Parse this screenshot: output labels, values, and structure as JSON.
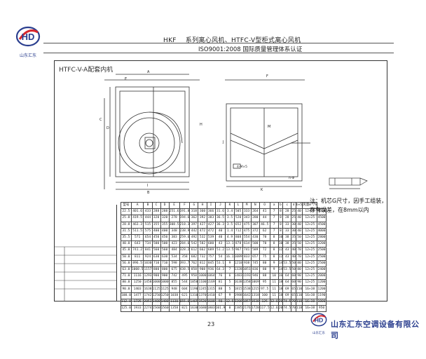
{
  "header": {
    "logo_text": "山东汇东",
    "brand": "HKF",
    "series_title": "系列离心风机、HTFC-V型柜式离心风机",
    "iso_text": "ISO9001:2008 国际质量管理体系认证"
  },
  "drawing": {
    "model_label": "HTFC-V-A配套内机",
    "dim_A": "A",
    "dim_B": "B",
    "dim_C": "C",
    "dim_D": "D",
    "dim_E": "E",
    "dim_F": "F",
    "dim_H": "H",
    "dim_I": "I",
    "dim_J": "J",
    "dim_K": "K",
    "dim_M": "M",
    "bolt_label": "4-M×5",
    "hole_label": "n-Φ"
  },
  "spec_table": {
    "headers": [
      "型号",
      "A",
      "B",
      "C",
      "D",
      "E",
      "F",
      "G",
      "H",
      "I",
      "J",
      "K",
      "L",
      "M",
      "N",
      "O",
      "a",
      "b",
      "c",
      "d",
      "b×5",
      "风量m³/h"
    ],
    "rows": [
      [
        "22.5",
        "401.6",
        "433",
        "288",
        "288",
        "251.6",
        "191.8",
        "318",
        "360",
        "366",
        "31.6",
        "3.4",
        "505",
        "333",
        "264",
        "41",
        "7",
        "8",
        "28",
        "25",
        "40",
        "12×25",
        "4500"
      ],
      [
        "25.8",
        "419.5",
        "444",
        "320",
        "320",
        "278",
        "194.6",
        "362",
        "392",
        "383",
        "36.5",
        "3.5",
        "520",
        "343",
        "280",
        "44",
        "7",
        "8",
        "28",
        "25",
        "40",
        "12×25",
        "4500"
      ],
      [
        "28.8",
        "463.3",
        "515",
        "355",
        "355",
        "308.5",
        "218.3",
        "397",
        "427",
        "427",
        "36.3",
        "3.5",
        "652",
        "475",
        "307",
        "46.5",
        "7",
        "8",
        "33",
        "30",
        "40",
        "12×25",
        "4500"
      ],
      [
        "31.5",
        "511.5",
        "575",
        "400",
        "400",
        "348",
        "238.9",
        "442",
        "472",
        "472",
        "40",
        "1.4",
        "712",
        "475",
        "372",
        "62",
        "7",
        "8",
        "33",
        "30",
        "40",
        "12×25",
        "4000"
      ],
      [
        "35.5",
        "571",
        "654",
        "450",
        "450",
        "383",
        "259.6",
        "492",
        "532",
        "539",
        "40",
        "4.9",
        "808",
        "554",
        "430",
        "70",
        "8",
        "10",
        "38",
        "35",
        "50",
        "12×25",
        "2800"
      ],
      [
        "40.0",
        "643",
        "734",
        "500",
        "500",
        "423",
        "284.6",
        "542",
        "582",
        "600",
        "43",
        "13.1",
        "878",
        "614",
        "500",
        "70",
        "8",
        "10",
        "38",
        "35",
        "50",
        "12×25",
        "3200"
      ],
      [
        "45.0",
        "741.2",
        "841",
        "560",
        "560",
        "484",
        "328.2",
        "612",
        "662",
        "689",
        "51.2",
        "13.5",
        "967",
        "741",
        "589",
        "72",
        "8",
        "12",
        "43",
        "40",
        "70",
        "12×25",
        "2500"
      ],
      [
        "50.0",
        "811",
        "924",
        "630",
        "630",
        "534",
        "358",
        "682",
        "732",
        "757",
        "54",
        "16.1",
        "1089",
        "833",
        "657",
        "75",
        "8",
        "12",
        "43",
        "40",
        "70",
        "12×25",
        "2500"
      ],
      [
        "56.0",
        "896.5",
        "1030",
        "710",
        "710",
        "598",
        "393.7",
        "762",
        "812",
        "845",
        "53.1",
        "9",
        "1210",
        "938",
        "745",
        "80",
        "9",
        "14",
        "53.5",
        "50",
        "80",
        "12×25",
        "2500"
      ],
      [
        "63.0",
        "1008.5",
        "1157",
        "800",
        "800",
        "675",
        "438.5",
        "858",
        "908",
        "936",
        "64.3",
        "7",
        "1328",
        "1051",
        "836",
        "80",
        "9",
        "14",
        "53.5",
        "50",
        "80",
        "12×25",
        "2400"
      ],
      [
        "71.0",
        "1116",
        "1293",
        "900",
        "900",
        "742",
        "495",
        "958",
        "1000",
        "1064",
        "76",
        "6",
        "1483",
        "1193",
        "946",
        "88",
        "10",
        "16",
        "64",
        "60",
        "90",
        "12×25",
        "2000"
      ],
      [
        "80.0",
        "1250",
        "1458",
        "1000",
        "1000",
        "855",
        "544",
        "1050",
        "1100",
        "1169",
        "81",
        "5",
        "1638",
        "1358",
        "1069",
        "95",
        "11",
        "18",
        "64",
        "60",
        "90",
        "12×25",
        "1200"
      ],
      [
        "90.0",
        "1403",
        "1638",
        "1125",
        "1125",
        "948",
        "604",
        "1190",
        "1245",
        "1315",
        "88",
        "5",
        "1815",
        "1538",
        "1215",
        "97.5",
        "11",
        "18",
        "69",
        "65",
        "110",
        "16×38",
        "1200"
      ],
      [
        "100.0",
        "1477",
        "1742",
        "1250",
        "1250",
        "1038",
        "621",
        "1310",
        "1370",
        "1410",
        "67",
        "9",
        "1988",
        "1642",
        "1318",
        "100",
        "11",
        "18",
        "69",
        "65",
        "110",
        "16×38",
        "1190"
      ],
      [
        "112.0",
        "1725",
        "2053",
        "1400",
        "1400",
        "1130",
        "655.6",
        "1465",
        "1520",
        "1608",
        "98",
        "12.5",
        "2208",
        "1857",
        "1538",
        "125",
        "12.6",
        "20",
        "74.5",
        "70",
        "118",
        "16×38",
        "1000"
      ],
      [
        "125.0",
        "1933",
        "2274",
        "1560",
        "1560",
        "1358",
        "821",
        "1630",
        "1680",
        "1803",
        "101.9",
        "0",
        "2385",
        "2176",
        "1720",
        "117.5",
        "12.6",
        "20",
        "74.5",
        "70",
        "118",
        "16×38",
        "950"
      ]
    ]
  },
  "note": {
    "line1": "注：机芯G尺寸，因手工组装，",
    "line2": "存有误差，在8mm以内"
  },
  "footer": {
    "page_number": "23",
    "company": "山东汇东空调设备有限公司",
    "logo_text": "山东汇东"
  },
  "colors": {
    "brand_blue": "#2b3f8f",
    "brand_red": "#d8262c"
  }
}
